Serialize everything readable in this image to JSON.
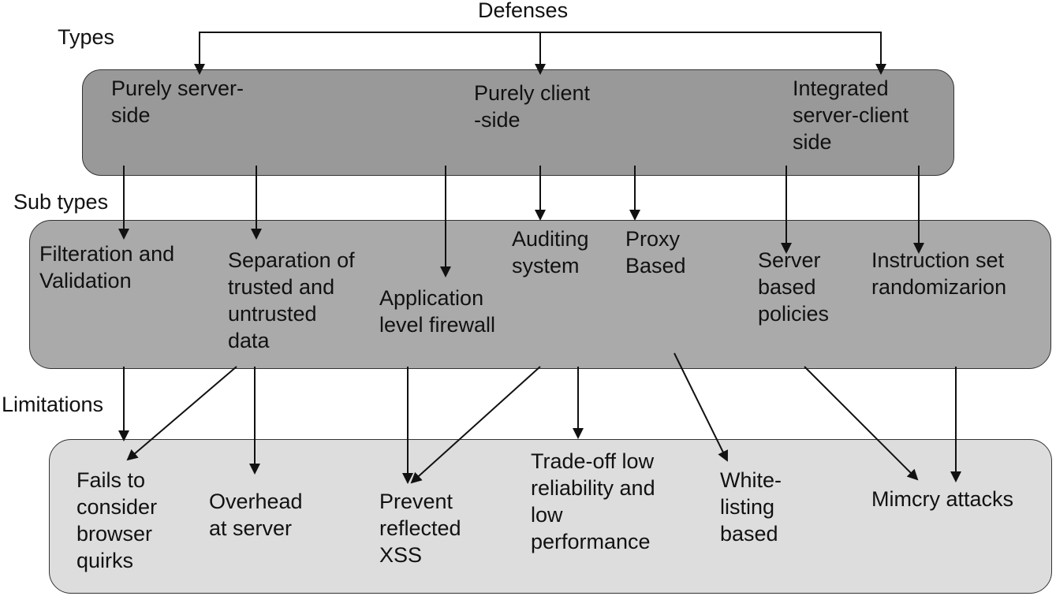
{
  "diagram": {
    "title": "Defenses",
    "row_labels": {
      "types": "Types",
      "sub_types": "Sub types",
      "limitations": "Limitations"
    },
    "types": [
      "Purely server-\nside",
      "Purely client\n-side",
      "Integrated\nserver-client\nside"
    ],
    "sub_types": [
      "Filteration and\nValidation",
      "Separation of\ntrusted and\nuntrusted\ndata",
      "Application\nlevel firewall",
      "Auditing\nsystem",
      "Proxy\nBased",
      "Server\nbased\npolicies",
      "Instruction set\nrandomizarion"
    ],
    "limitations": [
      "Fails to\nconsider\nbrowser\nquirks",
      "Overhead\nat server",
      "Prevent\nreflected\nXSS",
      "Trade-off low\nreliability and\nlow\nperformance",
      "White-\nlisting\nbased",
      "Mimcry attacks"
    ],
    "colors": {
      "types_band": "#999999",
      "subtypes_band": "#aaaaaa",
      "limitations_band": "#dddddd",
      "stroke": "#111111"
    }
  }
}
